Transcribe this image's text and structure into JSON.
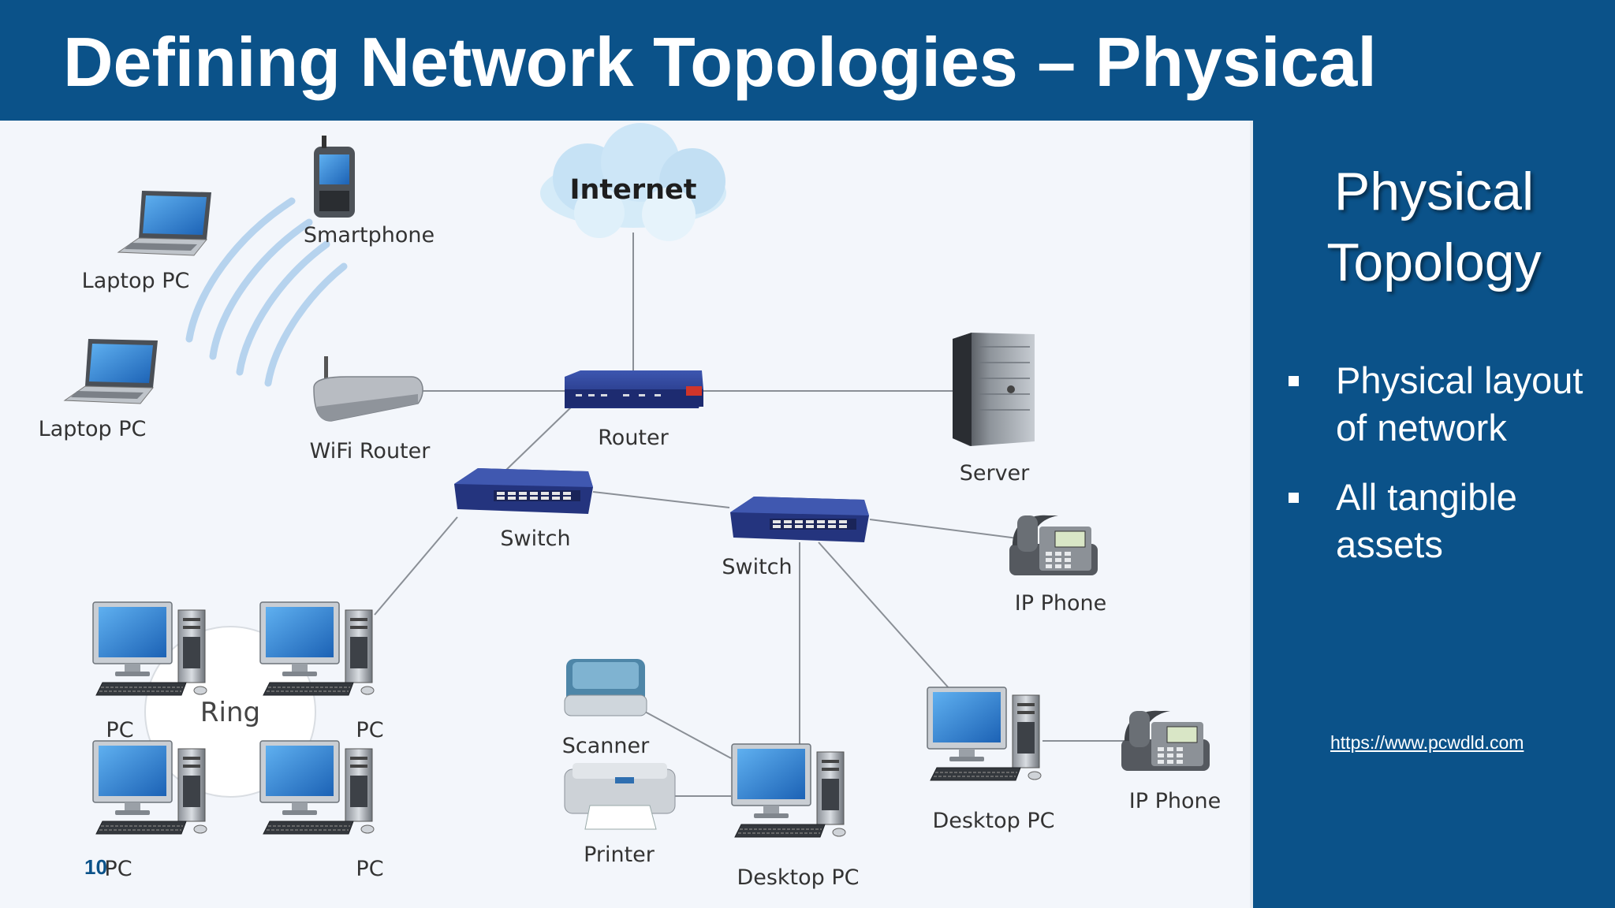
{
  "title": "Defining Network Topologies – Physical",
  "side_panel": {
    "title_line1": "Physical",
    "title_line2": "Topology",
    "bullets": [
      "Physical layout of network",
      "All tangible assets"
    ],
    "link": "https://www.pcwdld.com"
  },
  "page_number": "10",
  "diagram": {
    "labels": {
      "internet": "Internet",
      "smartphone": "Smartphone",
      "laptop1": "Laptop PC",
      "laptop2": "Laptop PC",
      "wifi_router": "WiFi Router",
      "router": "Router",
      "server": "Server",
      "switch1": "Switch",
      "switch2": "Switch",
      "ip_phone1": "IP Phone",
      "ip_phone2": "IP Phone",
      "ring": "Ring",
      "pc_tl": "PC",
      "pc_tr": "PC",
      "pc_bl": "PC",
      "pc_br": "PC",
      "scanner": "Scanner",
      "printer": "Printer",
      "desktop_pc1": "Desktop PC",
      "desktop_pc2": "Desktop PC"
    }
  },
  "colors": {
    "primary": "#0b5289",
    "device_blue": "#2f4596",
    "screen_blue": "#2f86d6"
  }
}
